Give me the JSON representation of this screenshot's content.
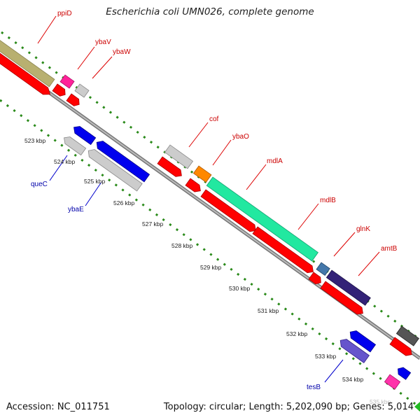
{
  "header": {
    "title": "Escherichia coli UMN026, complete genome"
  },
  "footer": {
    "accession": "Accession: NC_011751",
    "summary": "Topology: circular; Length: 5,202,090 bp; Genes: 5,014"
  },
  "colors": {
    "backbone": "#888888",
    "tick_dots": "#2a8a1a",
    "cds_red": "#ff0000",
    "label_red": "#cc0000",
    "label_blue": "#0000aa",
    "ppiD": "#b8b070",
    "ybaV": "#ff2299",
    "gray_gene": "#c8c8c8",
    "blue_gene": "#0000ee",
    "ybaO": "#ff8800",
    "mdlA": "#22e8a0",
    "mdlB_small": "#4477aa",
    "amtB": "#332277",
    "tesB": "#6655cc",
    "dark_gray_gene": "#555555",
    "magenta_gene": "#ff33aa",
    "green_marker": "#22bb22"
  },
  "kbp_labels": [
    "523 kbp",
    "524 kbp",
    "525 kbp",
    "526 kbp",
    "527 kbp",
    "528 kbp",
    "529 kbp",
    "530 kbp",
    "531 kbp",
    "532 kbp",
    "533 kbp",
    "534 kbp",
    "535 kbp"
  ],
  "genes_top": [
    {
      "name": "ppiD"
    },
    {
      "name": "ybaV"
    },
    {
      "name": "ybaW"
    },
    {
      "name": "cof"
    },
    {
      "name": "ybaO"
    },
    {
      "name": "mdlA"
    },
    {
      "name": "mdlB"
    },
    {
      "name": "glnK"
    },
    {
      "name": "amtB"
    }
  ],
  "genes_bottom": [
    {
      "name": "queC"
    },
    {
      "name": "ybaE"
    },
    {
      "name": "tesB"
    }
  ]
}
